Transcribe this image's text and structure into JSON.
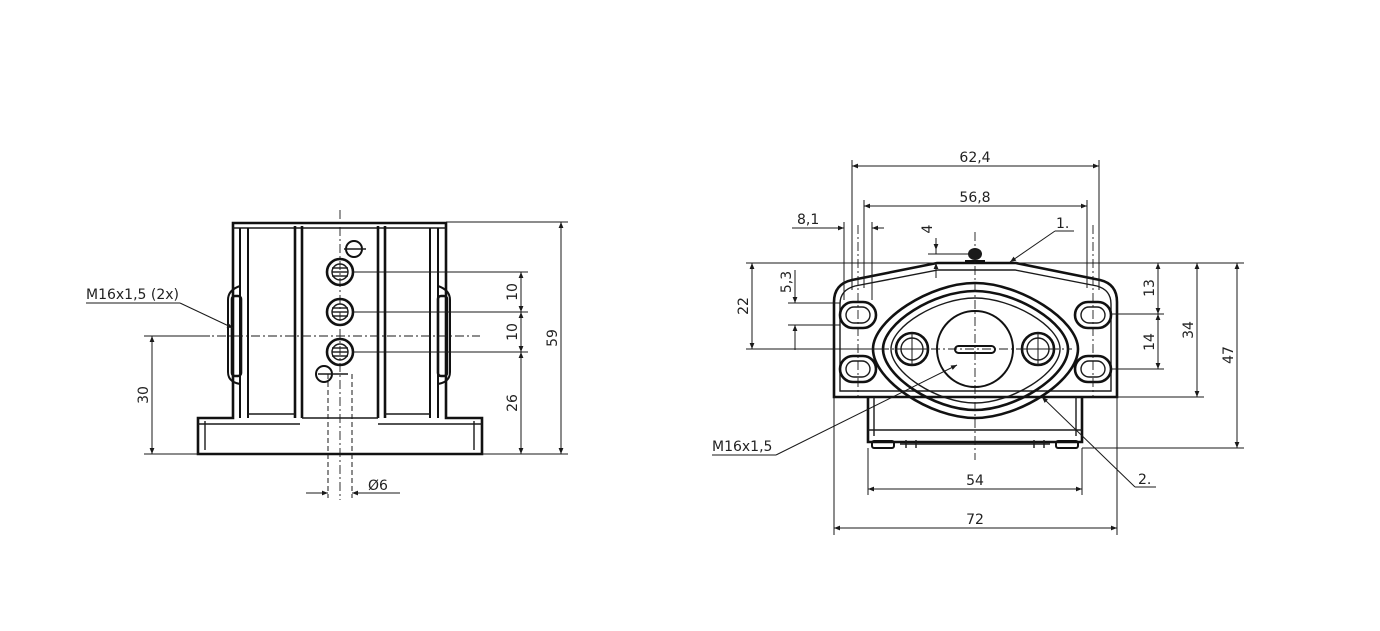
{
  "views": {
    "side": {
      "thread_label": "M16x1,5 (2x)",
      "dims": {
        "pitch_top": "10",
        "pitch_bottom": "10",
        "base_to_hole": "26",
        "total_height": "59",
        "center_height": "30",
        "hole_diameter": "Ø6"
      }
    },
    "front": {
      "thread_label": "M16x1,5",
      "callouts": {
        "one": "1.",
        "two": "2."
      },
      "dims": {
        "outer_width": "62,4",
        "inner_width": "56,8",
        "left_offset": "8,1",
        "top_height": "4",
        "slot_pitch": "5,3",
        "left_height": "22",
        "upper_right": "13",
        "lower_right": "14",
        "mid_height": "34",
        "full_height": "47",
        "base_width": "54",
        "total_width": "72"
      }
    }
  }
}
